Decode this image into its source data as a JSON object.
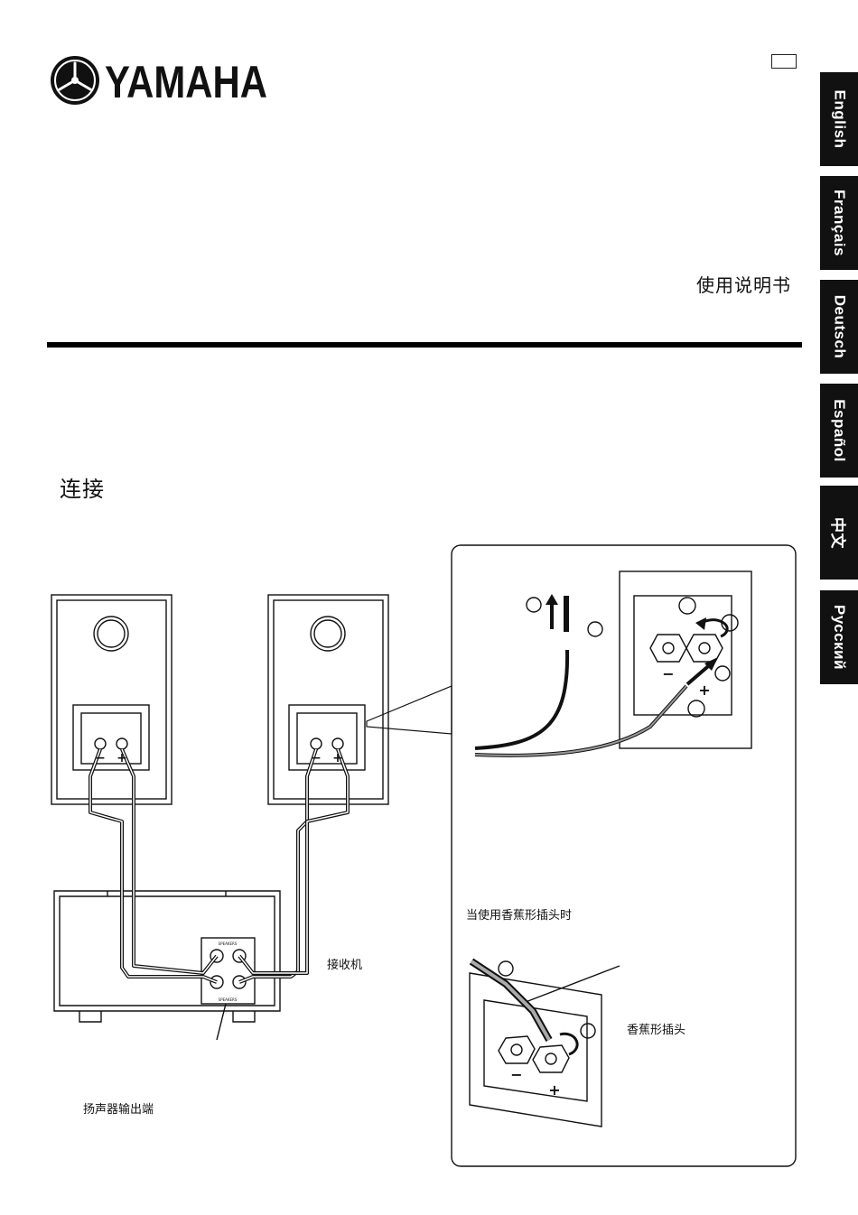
{
  "brand": {
    "name": "YAMAHA"
  },
  "language_tabs": [
    "English",
    "Français",
    "Deutsch",
    "Español",
    "中文",
    "Русский"
  ],
  "document": {
    "manual_title": "使用说明书",
    "section_title": "连接"
  },
  "diagram": {
    "receiver_label": "接收机",
    "speaker_terminals_label": "扬声器输出端",
    "banana_plug_caption": "当使用香蕉形插头时",
    "banana_plug_label": "香蕉形插头",
    "polarity_minus": "−",
    "polarity_plus": "+",
    "panel_speakers": "SPEAKERS",
    "panel_bottom": "SPEAKERS"
  },
  "colors": {
    "text": "#111111",
    "tab_bg": "#111111",
    "tab_text": "#ffffff"
  }
}
